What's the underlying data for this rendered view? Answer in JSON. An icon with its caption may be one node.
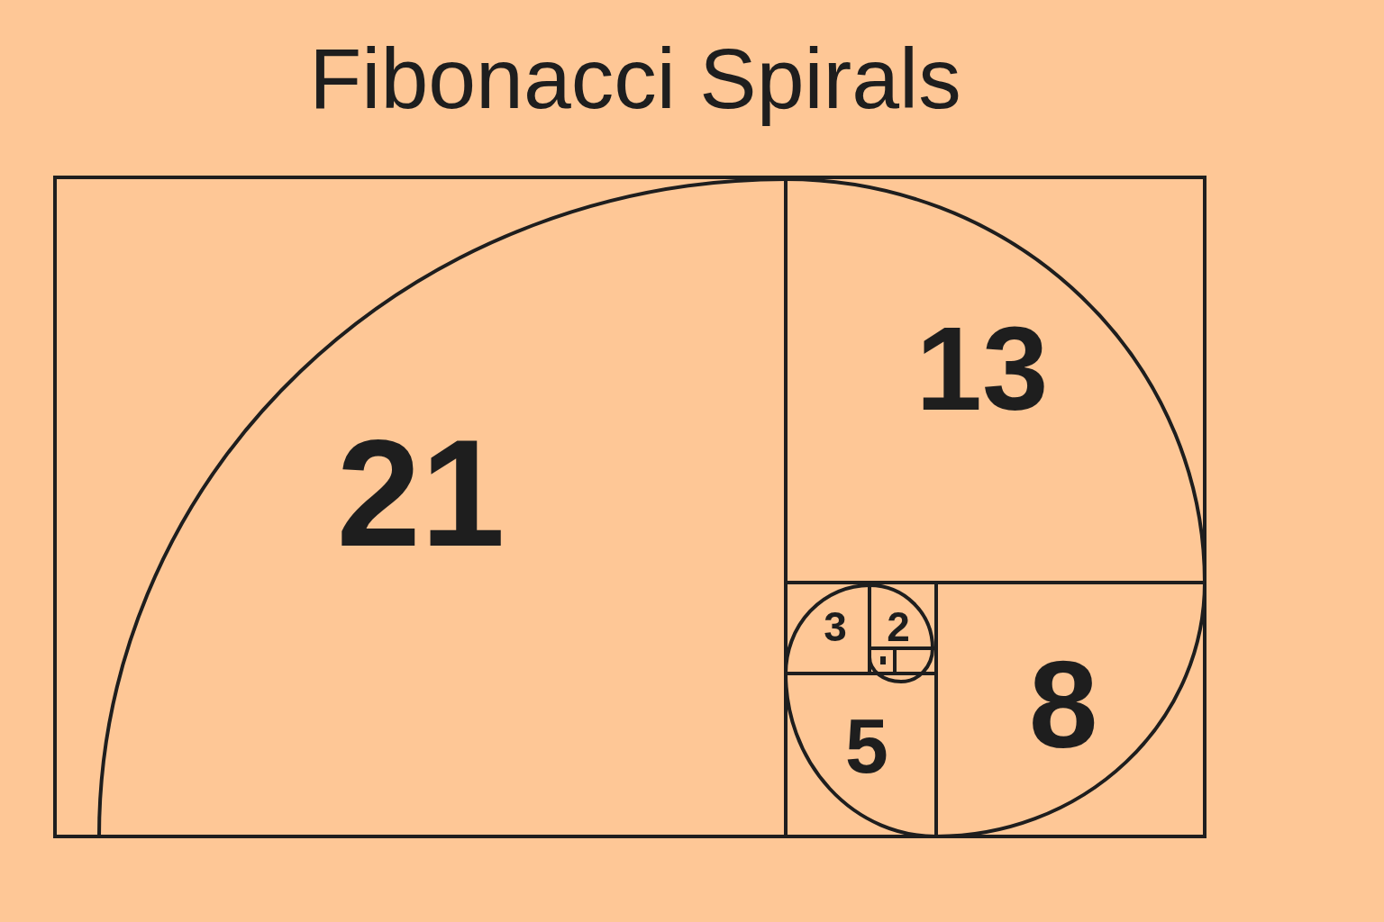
{
  "diagram": {
    "title": "Fibonacci Spirals",
    "nodes": [
      {
        "text": [
          "21"
        ]
      },
      {
        "text": [
          "13"
        ]
      },
      {
        "text": [
          "8"
        ]
      },
      {
        "text": [
          "5"
        ]
      },
      {
        "text": [
          "3"
        ]
      },
      {
        "text": [
          "2"
        ]
      },
      {
        "text": [],
        "shape": "box"
      },
      {
        "text": [],
        "shape": "box"
      }
    ],
    "edges": []
  }
}
